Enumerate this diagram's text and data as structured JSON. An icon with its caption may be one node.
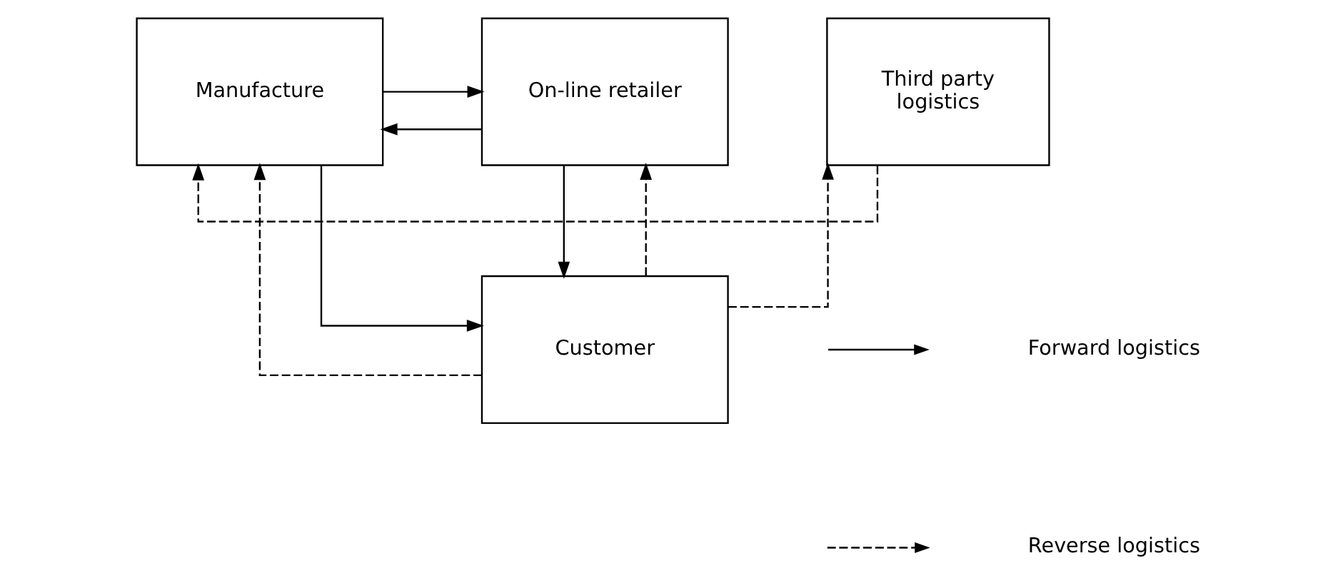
{
  "diagram": {
    "nodes": [
      {
        "text": [
          "Manufacture"
        ]
      },
      {
        "text": [
          "On-line retailer"
        ]
      },
      {
        "text": [
          "Third party logistics"
        ]
      },
      {
        "text": [
          "Customer"
        ]
      }
    ],
    "edges": [
      {
        "from": 0,
        "to": 1,
        "arrow": "to"
      },
      {
        "from": 1,
        "to": 0,
        "arrow": "to"
      },
      {
        "from": 1,
        "to": 3,
        "arrow": "to"
      },
      {
        "from": 3,
        "to": 1,
        "arrow": "to",
        "style": "dashed"
      },
      {
        "from": 3,
        "to": 0,
        "arrow": "to",
        "style": "dashed"
      },
      {
        "from": 3,
        "to": 2,
        "arrow": "to",
        "style": "dashed"
      },
      {
        "from": 2,
        "to": 0,
        "arrow": "to",
        "style": "dashed"
      },
      {
        "from": 0,
        "to": 3,
        "arrow": "to"
      }
    ],
    "legend": [
      {
        "text": "Forward logistics"
      },
      {
        "text": "Reverse logistics"
      }
    ]
  }
}
